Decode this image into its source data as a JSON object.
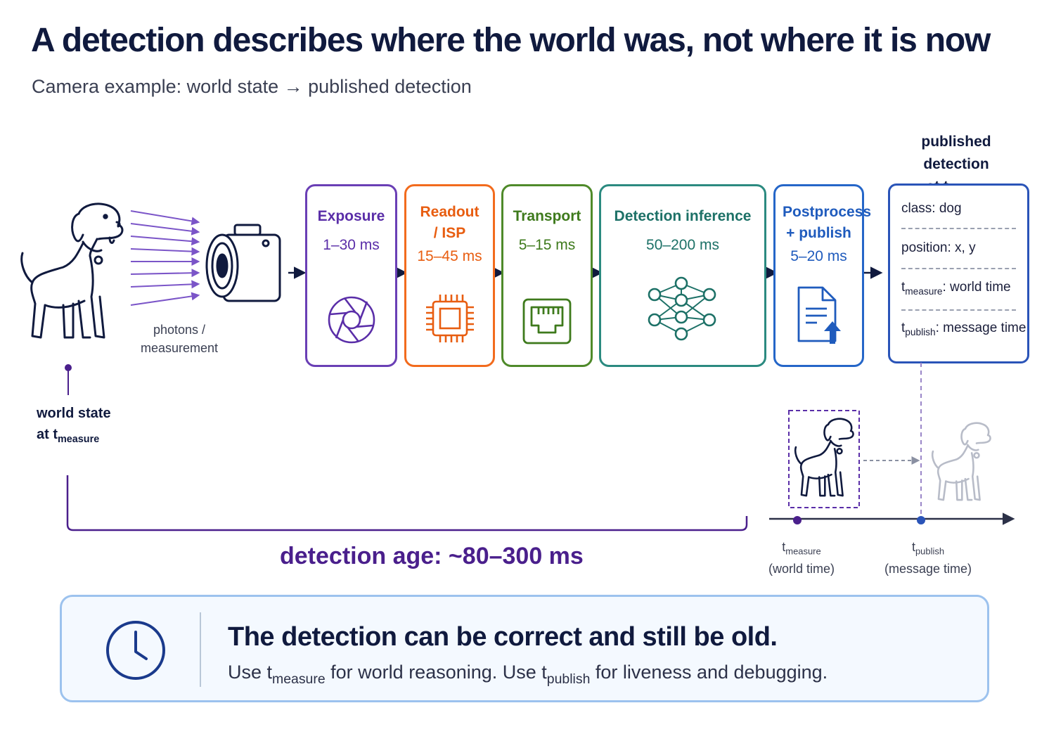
{
  "header": {
    "title": "A detection describes where the world was, not where it is now",
    "subtitle": "Camera example: world state → published detection"
  },
  "source": {
    "photons_label": "photons / measurement",
    "world_state_label": "world state",
    "world_state_at": "at t",
    "world_state_sub": "measure"
  },
  "stages": [
    {
      "name": "Exposure",
      "duration": "1–30 ms",
      "icon": "aperture-icon",
      "color": "#6a3fb5"
    },
    {
      "name": "Readout / ISP",
      "duration": "15–45 ms",
      "icon": "chip-icon",
      "color": "#f26b1d"
    },
    {
      "name": "Transport",
      "duration": "5–15 ms",
      "icon": "ethernet-port-icon",
      "color": "#4f8a2a"
    },
    {
      "name": "Detection inference",
      "duration": "50–200 ms",
      "icon": "neural-network-icon",
      "color": "#2b8a80"
    },
    {
      "name": "Postprocess + publish",
      "duration": "5–20 ms",
      "icon": "document-upload-icon",
      "color": "#2566c8"
    }
  ],
  "detection": {
    "heading": "published detection",
    "heading_at": "at t",
    "heading_sub": "publish",
    "fields": {
      "class": "class: dog",
      "position": "position: x, y",
      "t_measure_t": "t",
      "t_measure_sub": "measure",
      "t_measure_desc": ": world time",
      "t_publish_t": "t",
      "t_publish_sub": "publish",
      "t_publish_desc": ": message time"
    }
  },
  "age": {
    "label": "detection age: ~80–300 ms"
  },
  "timeline": {
    "measure_t": "t",
    "measure_sub": "measure",
    "measure_desc": "(world time)",
    "publish_t": "t",
    "publish_sub": "publish",
    "publish_desc": "(message time)"
  },
  "callout": {
    "icon": "clock-icon",
    "title": "The detection can be correct and still be old.",
    "body_1": "Use t",
    "body_sub_1": "measure",
    "body_2": " for world reasoning. Use t",
    "body_sub_2": "publish",
    "body_3": " for liveness and debugging."
  }
}
